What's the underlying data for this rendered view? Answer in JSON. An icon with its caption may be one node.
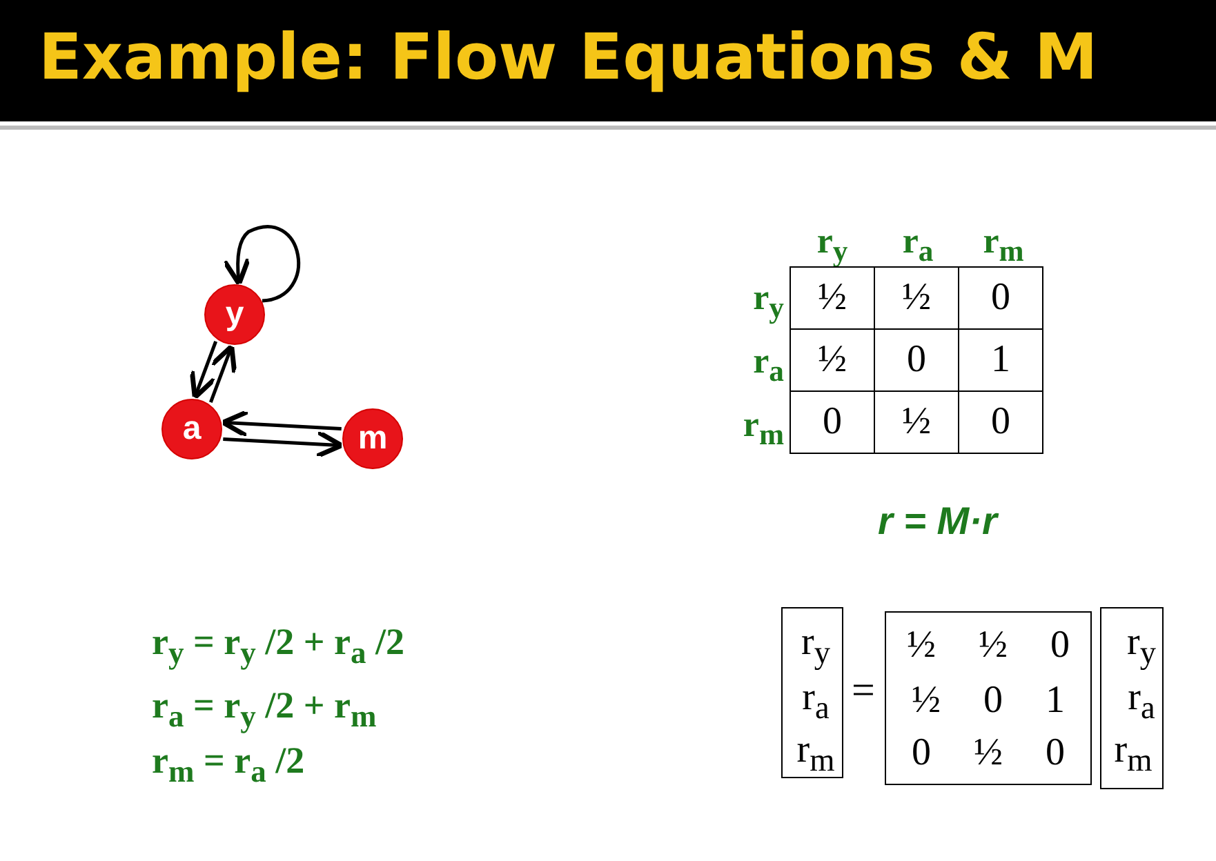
{
  "diagram": {
    "title": "Example: Flow Equations & M",
    "nodes": [
      {
        "text": [
          "y"
        ]
      },
      {
        "text": [
          "a"
        ]
      },
      {
        "text": [
          "m"
        ]
      },
      {
        "text": [
          "r$_{y}$",
          "r$_{a}$",
          "r$_{m}$"
        ]
      },
      {
        "text": [
          "½ ½ 0",
          "½ 0 1",
          "0 ½ 0"
        ]
      },
      {
        "text": [
          "r$_{y}$",
          "r$_{a}$",
          "r$_{m}$"
        ]
      }
    ],
    "edges": [
      {
        "from": 0,
        "to": 0,
        "arrow": "to"
      },
      {
        "from": 1,
        "to": 0,
        "arrow": "to"
      },
      {
        "from": 0,
        "to": 1,
        "arrow": "to"
      },
      {
        "from": 1,
        "to": 2,
        "arrow": "to"
      },
      {
        "from": 2,
        "to": 1,
        "arrow": "to"
      }
    ],
    "labels": [
      "r$_{y}$",
      "r$_{a}$",
      "r$_{m}$",
      "r$_{y}$",
      "½",
      "½",
      "0",
      "r$_{a}$",
      "½",
      "0",
      "1",
      "r$_{m}$",
      "0",
      "½",
      "0",
      "r = M·r",
      "r$_{y}$ = r$_{y}$ /2 + r$_{a}$ /2",
      "r$_{a}$ = r$_{y}$ /2 + r$_{m}$",
      "r$_{m}$ = r$_{a}$ /2",
      "="
    ]
  }
}
